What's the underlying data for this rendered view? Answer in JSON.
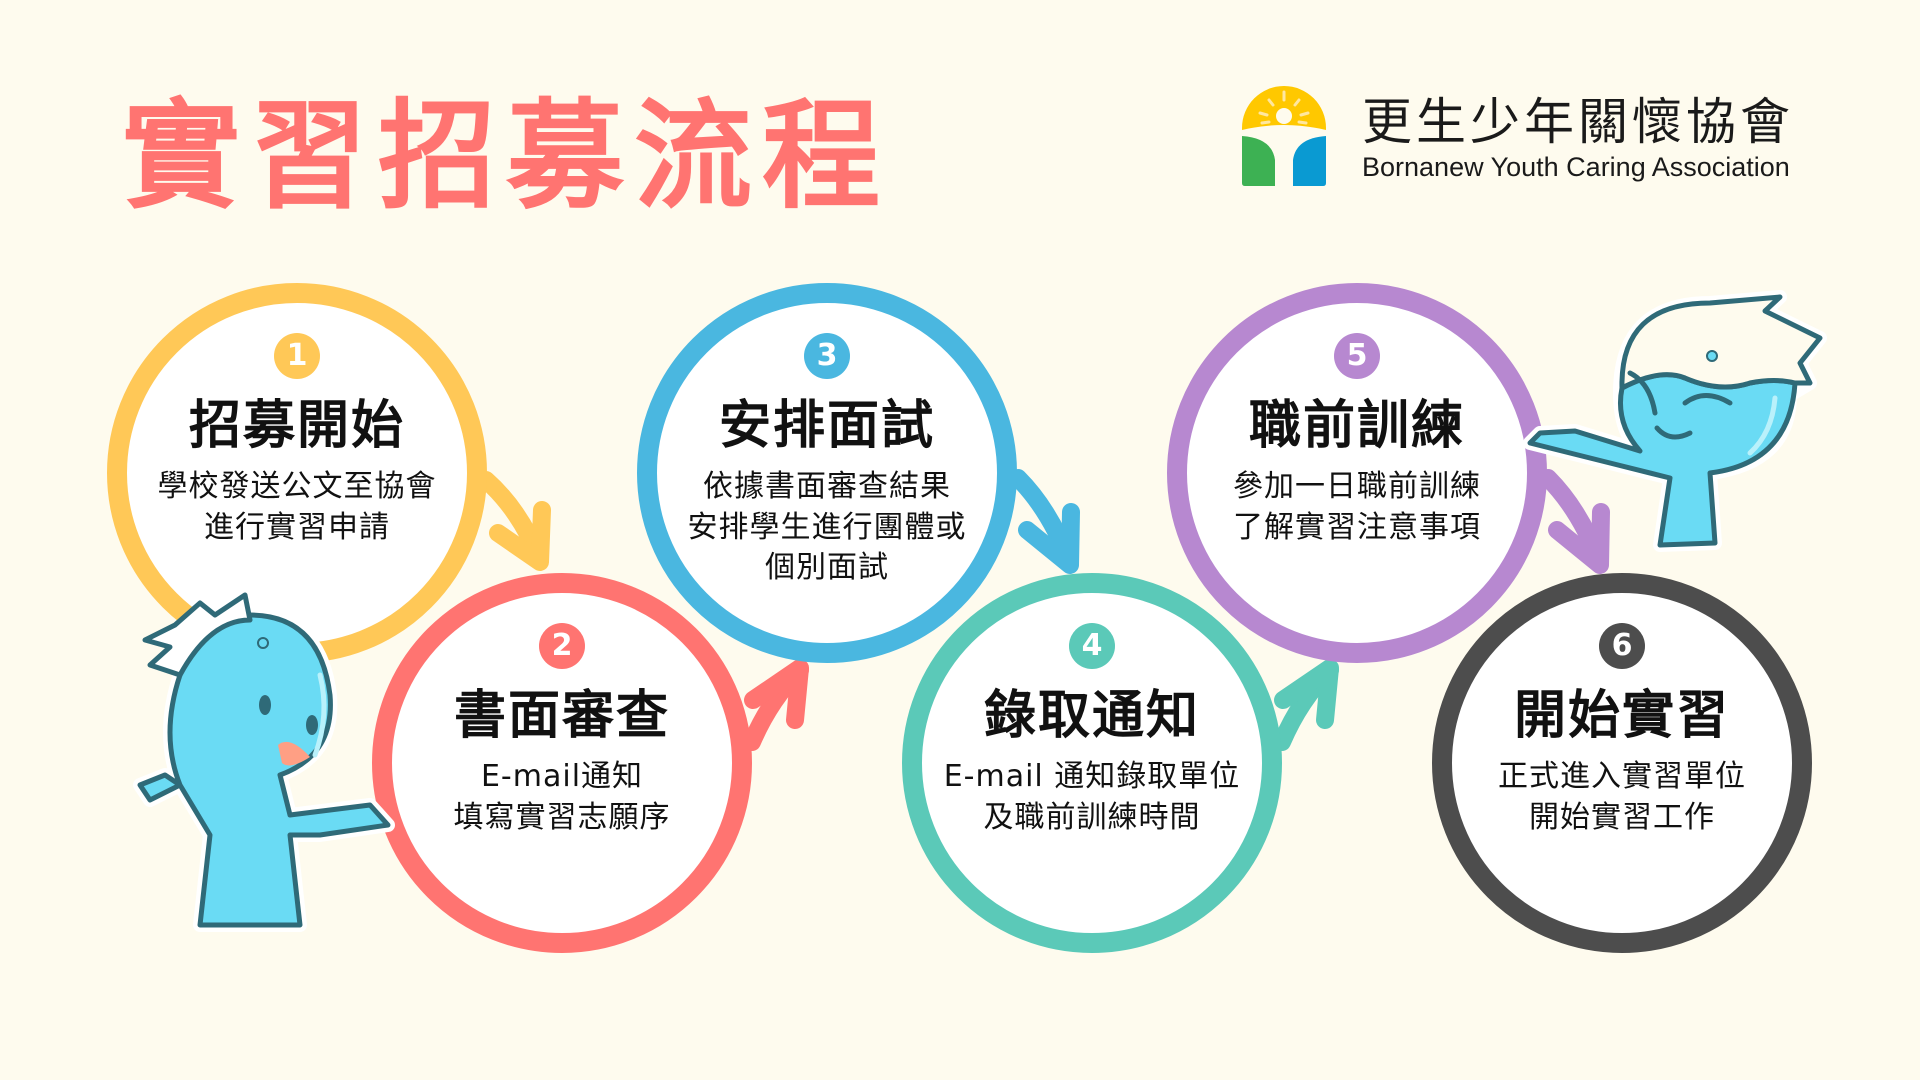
{
  "title": "實習招募流程",
  "organization": {
    "name_zh": "更生少年關懷協會",
    "name_en": "Bornanew Youth Caring Association",
    "logo_colors": {
      "sun": "#FFC800",
      "left": "#3DB153",
      "right": "#0A9AD2"
    }
  },
  "colors": {
    "background": "#FEFBEE",
    "title": "#FF7471"
  },
  "steps": [
    {
      "number": "1",
      "title": "招募開始",
      "desc": [
        "學校發送公文至協會",
        "進行實習申請"
      ],
      "color": "#FFC857"
    },
    {
      "number": "2",
      "title": "書面審查",
      "desc": [
        "E-mail通知",
        "填寫實習志願序"
      ],
      "color": "#FF7471"
    },
    {
      "number": "3",
      "title": "安排面試",
      "desc": [
        "依據書面審查結果",
        "安排學生進行團體或",
        "個別面試"
      ],
      "color": "#4AB7E0"
    },
    {
      "number": "4",
      "title": "錄取通知",
      "desc": [
        "E-mail 通知錄取單位",
        "及職前訓練時間"
      ],
      "color": "#5BC9B8"
    },
    {
      "number": "5",
      "title": "職前訓練",
      "desc": [
        "參加一日職前訓練",
        "了解實習注意事項"
      ],
      "color": "#B788D0"
    },
    {
      "number": "6",
      "title": "開始實習",
      "desc": [
        "正式進入實習單位",
        "開始實習工作"
      ],
      "color": "#4D4D4D"
    }
  ]
}
